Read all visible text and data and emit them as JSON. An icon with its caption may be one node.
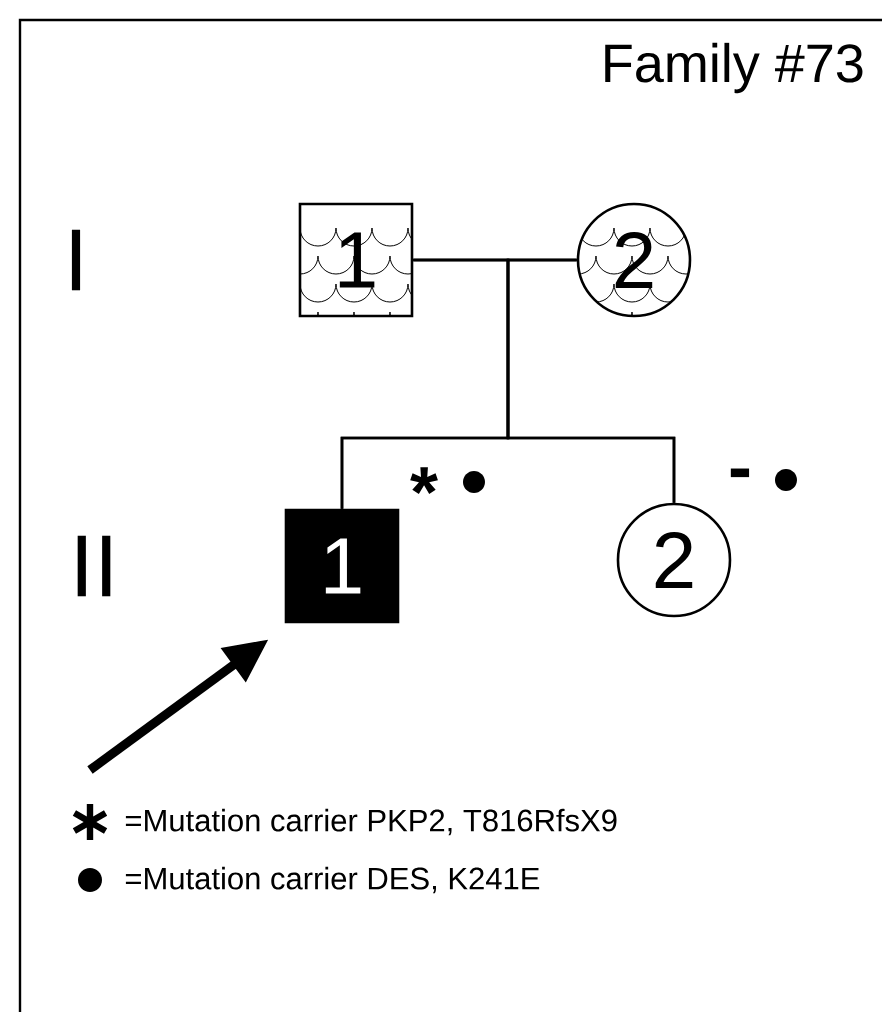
{
  "diagram": {
    "title": "Family #73",
    "nodes": [
      {
        "text": [
          "1"
        ]
      },
      {
        "text": [
          "2"
        ]
      },
      {
        "text": [
          "1"
        ],
        "beside": [
          "*"
        ]
      },
      {
        "text": [
          "2"
        ],
        "beside": [
          "-"
        ]
      }
    ],
    "edges": [
      {
        "from": 0,
        "to": 1,
        "arrow": "none"
      },
      {
        "from": 0,
        "to": 2,
        "arrow": "none"
      },
      {
        "from": 1,
        "to": 2,
        "arrow": "none"
      },
      {
        "from": 0,
        "to": 3,
        "arrow": "none"
      },
      {
        "from": 1,
        "to": 3,
        "arrow": "none"
      },
      {
        "from": null,
        "to": 2,
        "arrow": "to",
        "style": "thick"
      }
    ],
    "labels": [
      "I",
      "II"
    ],
    "legend": [
      {
        "text": "=Mutation carrier PKP2, T816RfsX9"
      },
      {
        "text": "=Mutation carrier DES, K241E"
      }
    ]
  }
}
